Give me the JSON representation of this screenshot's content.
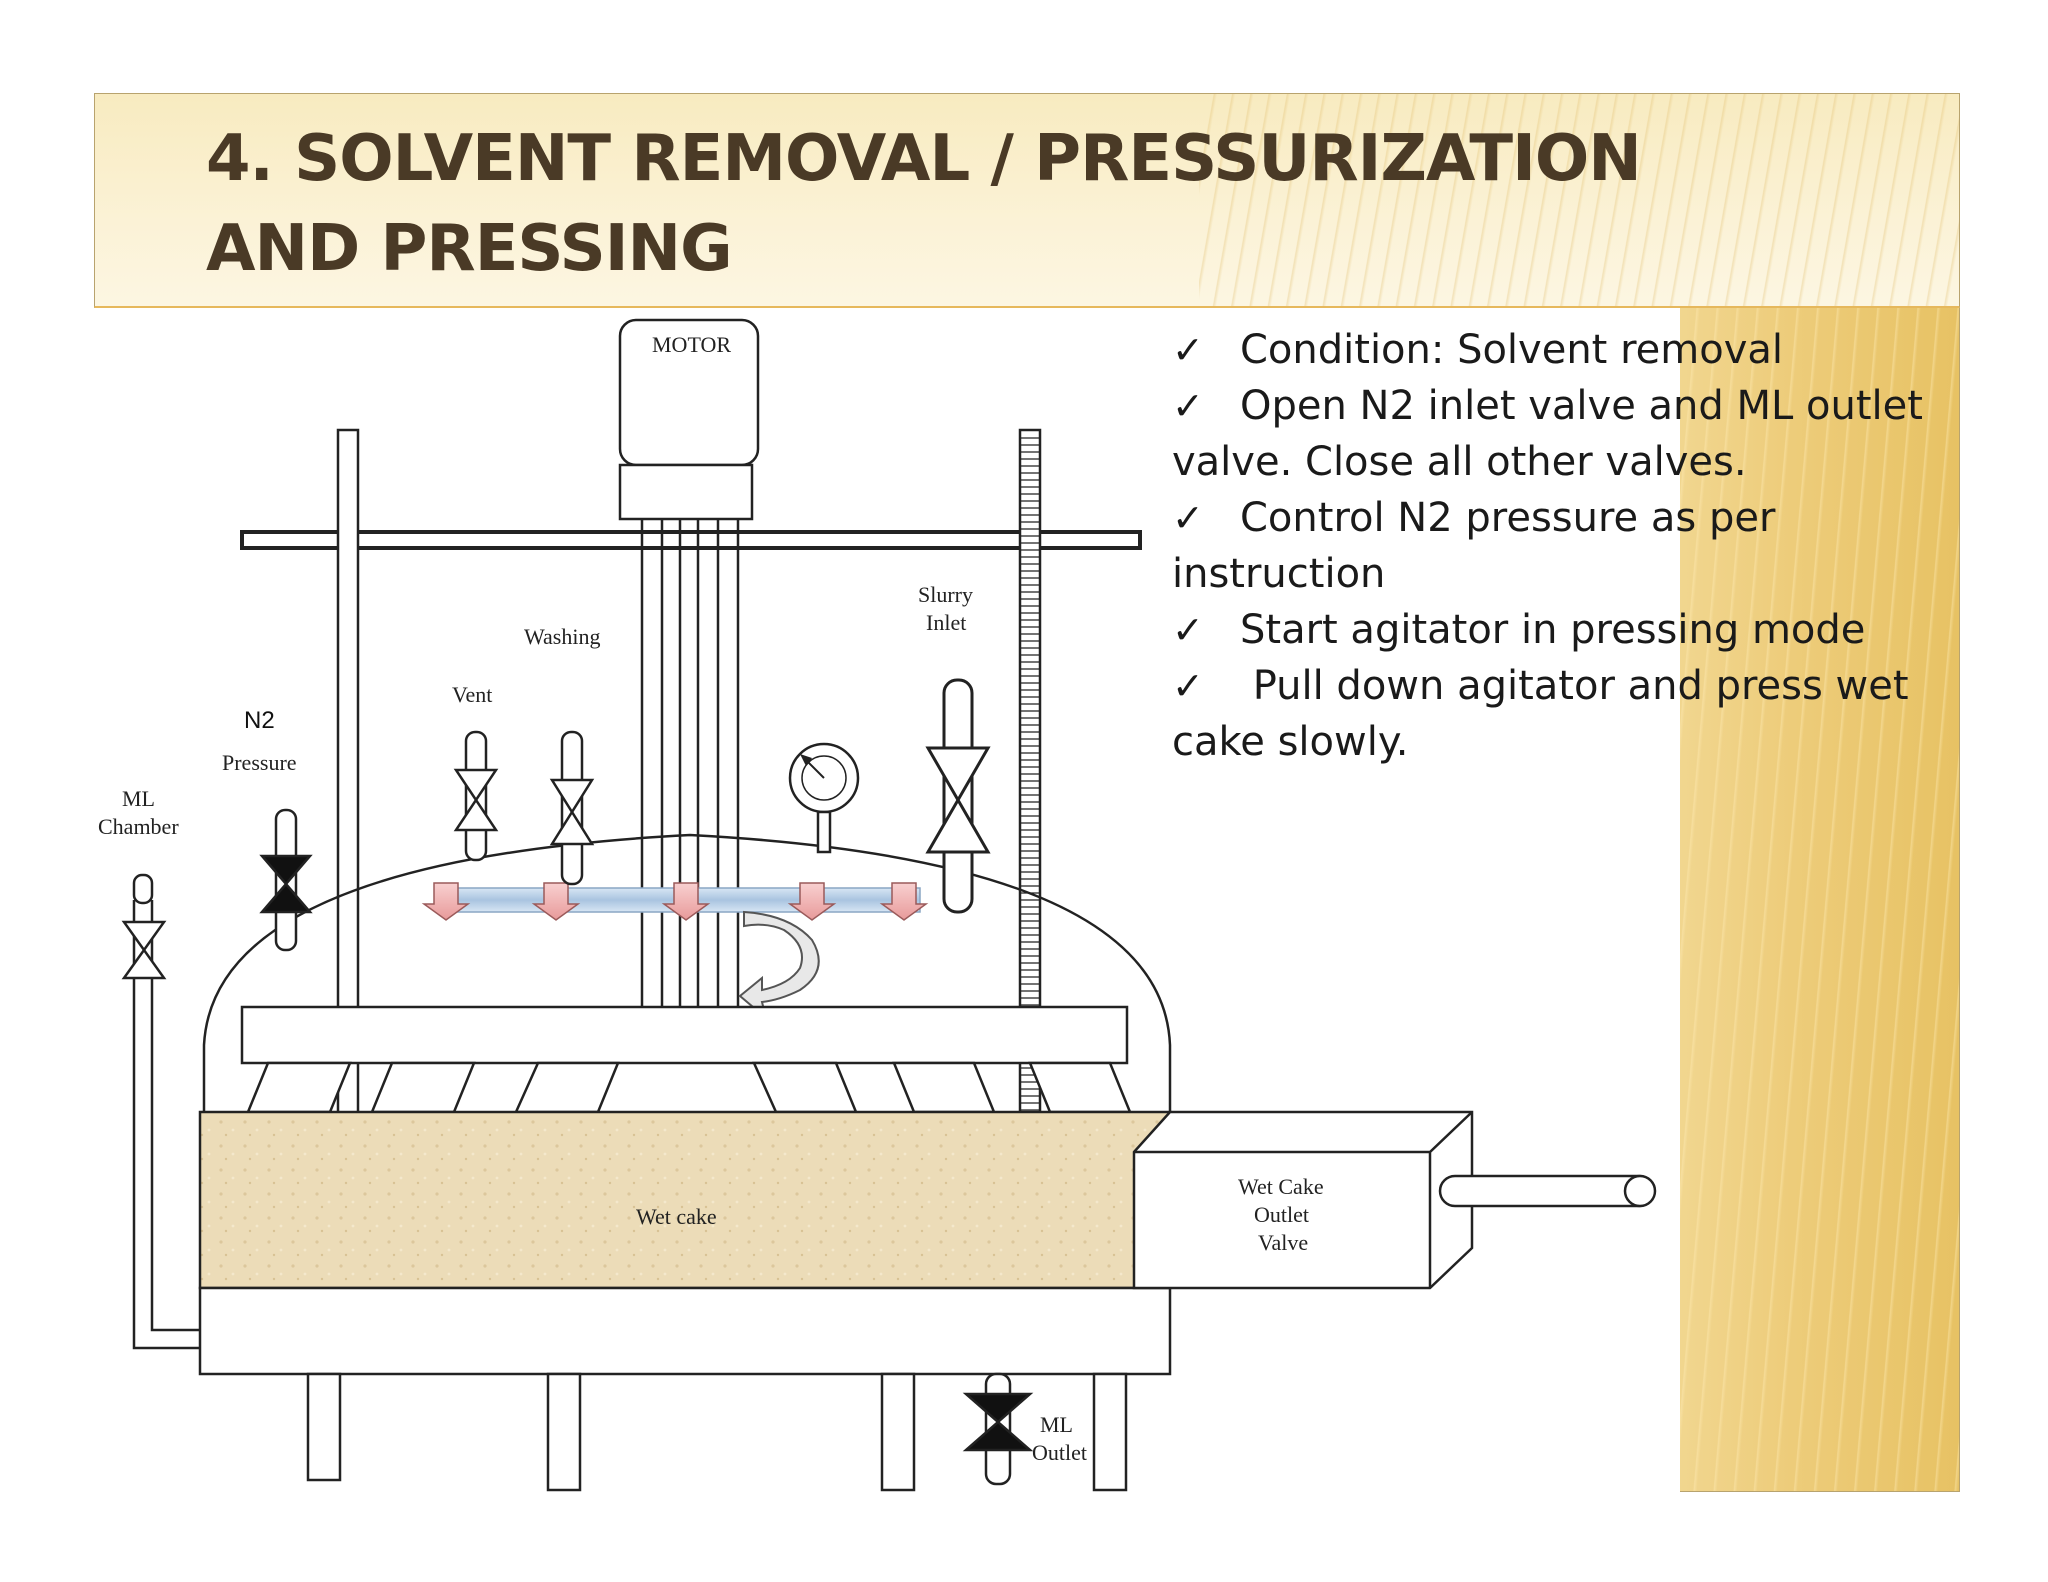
{
  "slide": {
    "title": "4. SOLVENT REMOVAL / PRESSURIZATION AND PRESSING",
    "bullets": [
      "Condition: Solvent removal",
      "Open N2 inlet valve and ML outlet valve.  Close all other valves.",
      "Control N2 pressure as per instruction",
      "Start agitator in pressing mode",
      " Pull down agitator and press wet cake slowly."
    ],
    "check_glyph": "✓"
  },
  "diagram": {
    "labels": {
      "motor": "MOTOR",
      "washing": "Washing",
      "vent": "Vent",
      "n2": "N2",
      "pressure": "Pressure",
      "ml_chamber_1": "ML",
      "ml_chamber_2": "Chamber",
      "slurry_1": "Slurry",
      "slurry_2": "Inlet",
      "wet_cake": "Wet cake",
      "outlet_valve_1": "Wet Cake",
      "outlet_valve_2": "Outlet",
      "outlet_valve_3": "Valve",
      "ml_outlet_1": "ML",
      "ml_outlet_2": "Outlet"
    },
    "colors": {
      "title_text": "#4a3a26",
      "cake_fill": "#ecdcb8",
      "spray_arrow": "#f0b8b8",
      "spray_pipe": "#a9c4e0",
      "gold_panel": "#edcc7a"
    }
  }
}
